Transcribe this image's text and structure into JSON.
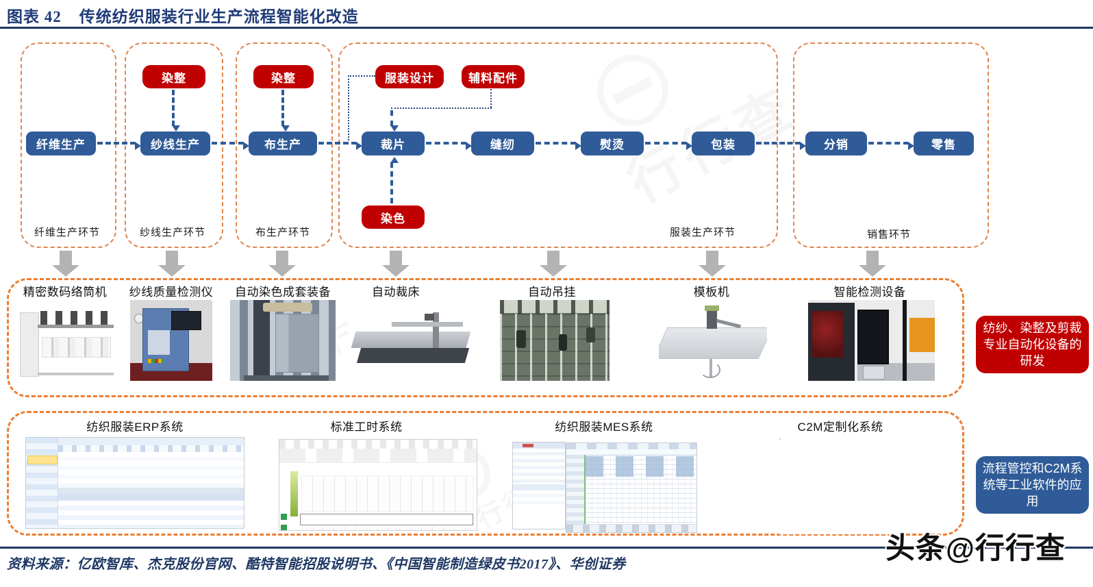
{
  "header": {
    "label": "图表 42",
    "title": "传统纺织服装行业生产流程智能化改造"
  },
  "flow": {
    "fiber": "纤维生产",
    "yarn": "纱线生产",
    "fabric": "布生产",
    "cut": "裁片",
    "sew": "缝纫",
    "iron": "熨烫",
    "pack": "包装",
    "dist": "分销",
    "retail": "零售",
    "dye_finish_1": "染整",
    "dye_finish_2": "染整",
    "design": "服装设计",
    "accessories": "辅料配件",
    "dyeing": "染色",
    "stage_fiber": "纤维生产环节",
    "stage_yarn": "纱线生产环节",
    "stage_fabric": "布生产环节",
    "stage_garment": "服装生产环节",
    "stage_sales": "销售环节"
  },
  "equipment": {
    "items": [
      "精密数码络筒机",
      "纱线质量检测仪",
      "自动染色成套装备",
      "自动裁床",
      "自动吊挂",
      "模板机",
      "智能检测设备"
    ],
    "note": "纺纱、染整及剪裁专业自动化设备的研发"
  },
  "software": {
    "items": [
      "纺织服装ERP系统",
      "标准工时系统",
      "纺织服装MES系统",
      "C2M定制化系统"
    ],
    "note": "流程管控和C2M系统等工业软件的应用"
  },
  "source": "资料来源：亿欧智库、杰克股份官网、酷特智能招股说明书、《中国智能制造绿皮书2017》、华创证券",
  "watermarks": {
    "badge": "头条@行行查",
    "faint": "行行查"
  },
  "colors": {
    "navy": "#1f3864",
    "blue": "#2f5b98",
    "red": "#c00000",
    "orange_dash": "#ed7d31",
    "gray_arrow": "#b3b3b3"
  }
}
